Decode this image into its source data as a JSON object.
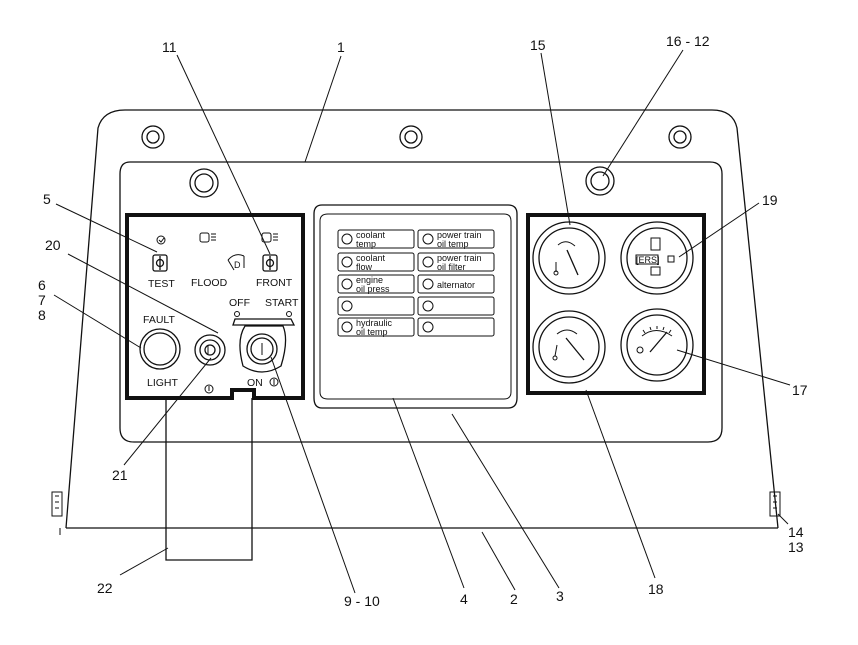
{
  "callouts": {
    "c1": "1",
    "c2": "2",
    "c3": "3",
    "c4": "4",
    "c5": "5",
    "c6": "6",
    "c7": "7",
    "c8": "8",
    "c9_10": "9 - 10",
    "c11": "11",
    "c13": "13",
    "c14": "14",
    "c15": "15",
    "c16_12": "16 - 12",
    "c17": "17",
    "c18": "18",
    "c19": "19",
    "c20": "20",
    "c21": "21",
    "c22": "22"
  },
  "left_panel": {
    "test": "TEST",
    "flood": "FLOOD",
    "front": "FRONT",
    "fault": "FAULT",
    "light": "LIGHT",
    "off": "OFF",
    "start": "START",
    "on": "ON"
  },
  "indicators": {
    "left": [
      [
        "coolant",
        "temp"
      ],
      [
        "coolant",
        "flow"
      ],
      [
        "engine",
        "oil press"
      ],
      [
        "",
        ""
      ],
      [
        "hydraulic",
        "oil temp"
      ]
    ],
    "right": [
      [
        "power train",
        "oil temp"
      ],
      [
        "power train",
        "oil filter"
      ],
      [
        "alternator",
        ""
      ],
      [
        "",
        ""
      ],
      [
        "",
        ""
      ]
    ]
  },
  "gauges": {
    "hour_meter_text": "[ERS]"
  }
}
